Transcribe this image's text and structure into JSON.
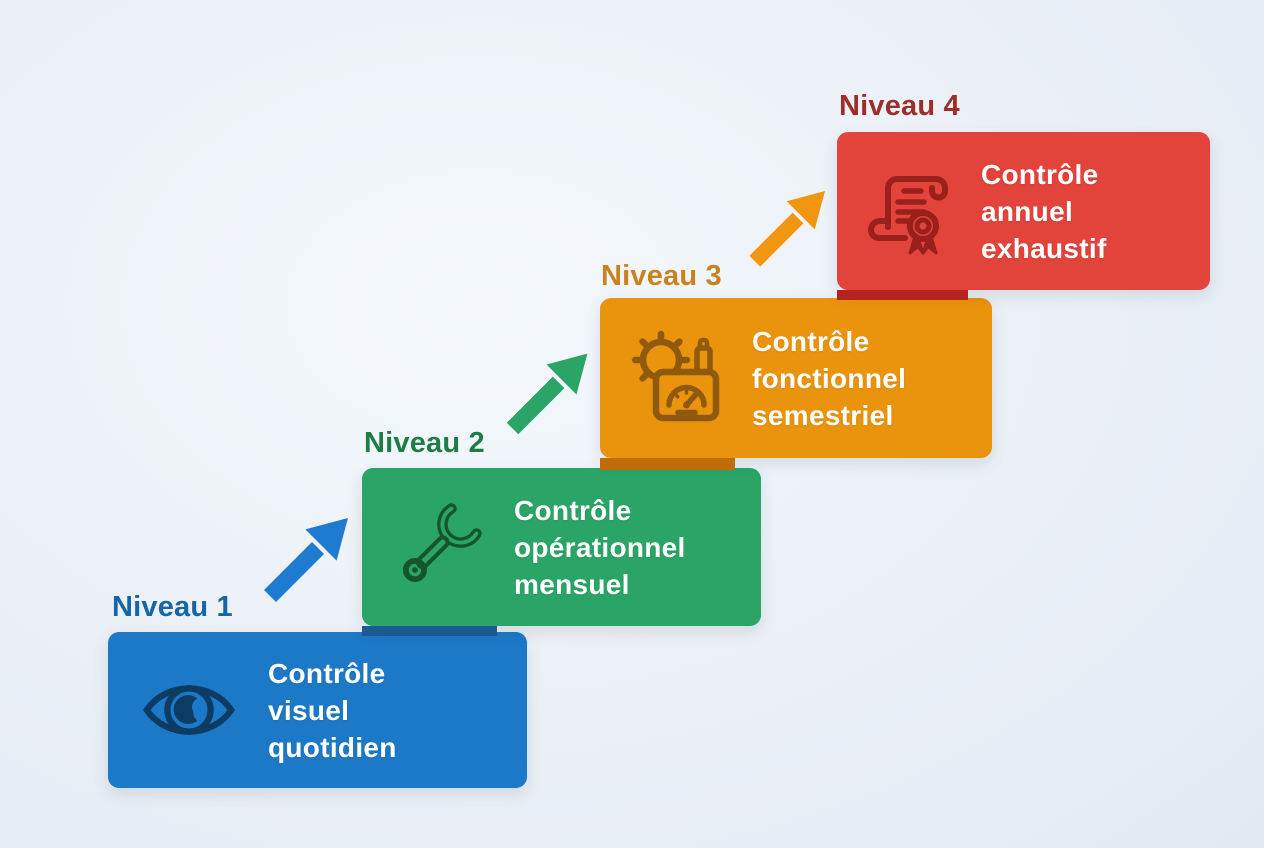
{
  "colors": {
    "bg-center": "#f4f8fc",
    "bg-mid": "#eaf0f6",
    "bg-edge": "#e2e9f1",
    "box-text": "#ffffff",
    "l1-bg": "#1c79c7",
    "l1-label": "#1565a9",
    "l1-icon": "#0d3c63",
    "l2-bg": "#2aa566",
    "l2-label": "#1e7c47",
    "l2-icon": "#14552e",
    "l3-bg": "#ea930d",
    "l3-label": "#c9821d",
    "l3-icon": "#8f5a0e",
    "l4-bg": "#e2433a",
    "l4-label": "#9d2f2b",
    "l4-icon": "#99201b",
    "arrow1": "#1e7bd0",
    "arrow2": "#2aa566",
    "arrow3": "#f0960f",
    "shadow12": "#1c5b90",
    "shadow23": "#c06d06",
    "shadow34": "#b3241f"
  },
  "levels": [
    {
      "label": "Niveau 1",
      "title": "Contrôle\nvisuel\nquotidien",
      "icon": "eye-icon"
    },
    {
      "label": "Niveau 2",
      "title": "Contrôle\nopérationnel\nmensuel",
      "icon": "wrench-icon"
    },
    {
      "label": "Niveau 3",
      "title": "Contrôle\nfonctionnel\nsemestriel",
      "icon": "gauge-gear-icon"
    },
    {
      "label": "Niveau 4",
      "title": "Contrôle\nannuel\nexhaustif",
      "icon": "certificate-scroll-icon"
    }
  ]
}
